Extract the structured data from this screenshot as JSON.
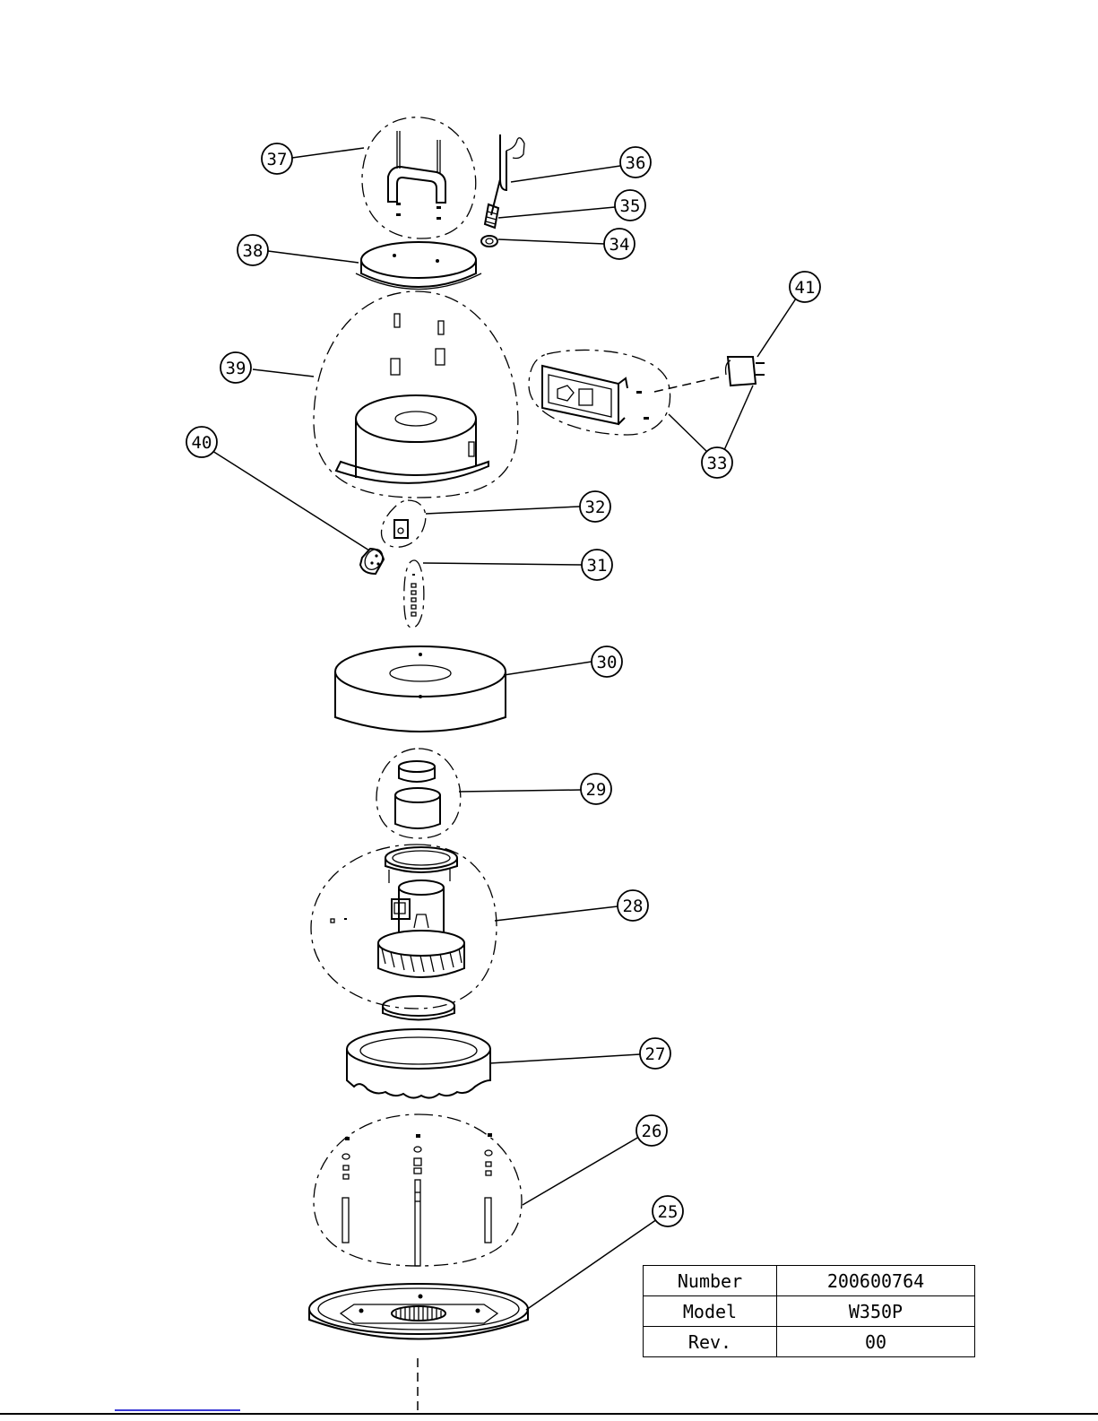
{
  "callouts": [
    {
      "id": "c37",
      "label": "37"
    },
    {
      "id": "c36",
      "label": "36"
    },
    {
      "id": "c35",
      "label": "35"
    },
    {
      "id": "c34",
      "label": "34"
    },
    {
      "id": "c38",
      "label": "38"
    },
    {
      "id": "c41",
      "label": "41"
    },
    {
      "id": "c39",
      "label": "39"
    },
    {
      "id": "c40",
      "label": "40"
    },
    {
      "id": "c33",
      "label": "33"
    },
    {
      "id": "c32",
      "label": "32"
    },
    {
      "id": "c31",
      "label": "31"
    },
    {
      "id": "c30",
      "label": "30"
    },
    {
      "id": "c29",
      "label": "29"
    },
    {
      "id": "c28",
      "label": "28"
    },
    {
      "id": "c27",
      "label": "27"
    },
    {
      "id": "c26",
      "label": "26"
    },
    {
      "id": "c25",
      "label": "25"
    }
  ],
  "spec_table": {
    "rows": [
      {
        "key": "Number",
        "value": "200600764"
      },
      {
        "key": "Model",
        "value": "W350P"
      },
      {
        "key": "Rev.",
        "value": "00"
      }
    ]
  }
}
